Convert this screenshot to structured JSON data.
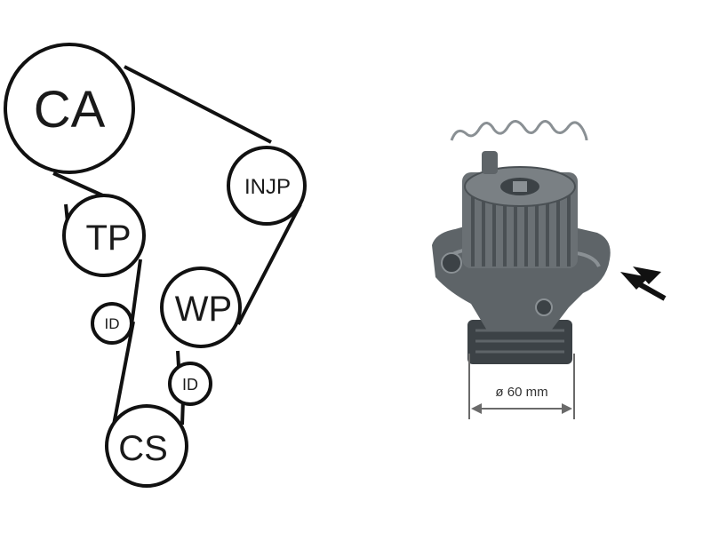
{
  "belt_diagram": {
    "pulleys": [
      {
        "id": "ca",
        "label": "CA"
      },
      {
        "id": "injp",
        "label": "INJP"
      },
      {
        "id": "tp",
        "label": "TP"
      },
      {
        "id": "wp",
        "label": "WP"
      },
      {
        "id": "id1",
        "label": "ID"
      },
      {
        "id": "id2",
        "label": "ID"
      },
      {
        "id": "cs",
        "label": "CS"
      }
    ]
  },
  "product_image": {
    "dimension_label": "ø 60 mm"
  },
  "colors": {
    "line": "#111111",
    "pump_body": "#5e6468",
    "pump_dark": "#3c4246",
    "pump_light": "#8a9094"
  }
}
